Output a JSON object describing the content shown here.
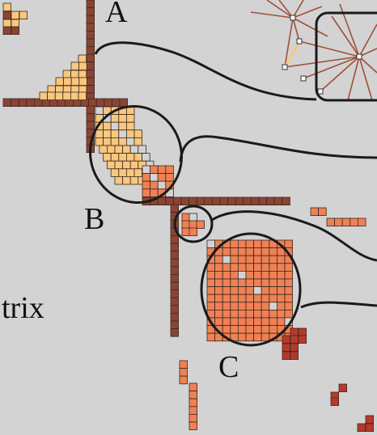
{
  "labels": {
    "a": "A",
    "b": "B",
    "c": "C",
    "matrix_fragment": "trix"
  },
  "colors": {
    "background": "#d3d3d3",
    "brown": "#8b4433",
    "light_orange": "#f9c77d",
    "orange": "#f08154",
    "dark_red": "#b63a2c",
    "grid_line": "#3a2a22",
    "contour": "#1a1a1a",
    "graph_edge": "#a05038",
    "node_fill": "#ffffff",
    "node_highlight": "#f9c77d"
  }
}
